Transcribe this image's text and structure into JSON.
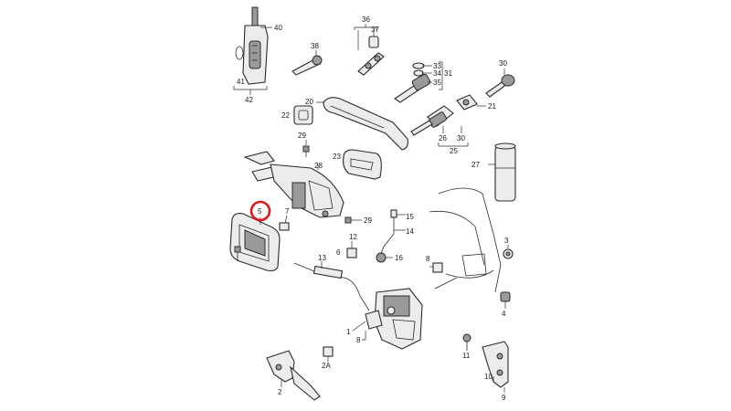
{
  "labels": [
    {
      "id": "40",
      "text": "40"
    },
    {
      "id": "36",
      "text": "36"
    },
    {
      "id": "37",
      "text": "37"
    },
    {
      "id": "38",
      "text": "38"
    },
    {
      "id": "33",
      "text": "33"
    },
    {
      "id": "34",
      "text": "34"
    },
    {
      "id": "31",
      "text": "31"
    },
    {
      "id": "35",
      "text": "35"
    },
    {
      "id": "30a",
      "text": "30"
    },
    {
      "id": "41",
      "text": "41"
    },
    {
      "id": "42",
      "text": "42"
    },
    {
      "id": "20",
      "text": "20"
    },
    {
      "id": "22",
      "text": "22"
    },
    {
      "id": "21",
      "text": "21"
    },
    {
      "id": "26",
      "text": "26"
    },
    {
      "id": "30b",
      "text": "30"
    },
    {
      "id": "25",
      "text": "25"
    },
    {
      "id": "29a",
      "text": "29"
    },
    {
      "id": "23",
      "text": "23"
    },
    {
      "id": "27",
      "text": "27"
    },
    {
      "id": "28",
      "text": "28"
    },
    {
      "id": "5",
      "text": "5"
    },
    {
      "id": "7",
      "text": "7"
    },
    {
      "id": "29b",
      "text": "29"
    },
    {
      "id": "15",
      "text": "15"
    },
    {
      "id": "14",
      "text": "14"
    },
    {
      "id": "12",
      "text": "12"
    },
    {
      "id": "6",
      "text": "6"
    },
    {
      "id": "16",
      "text": "16"
    },
    {
      "id": "3",
      "text": "3"
    },
    {
      "id": "13",
      "text": "13"
    },
    {
      "id": "8a",
      "text": "8"
    },
    {
      "id": "4",
      "text": "4"
    },
    {
      "id": "1",
      "text": "1"
    },
    {
      "id": "8b",
      "text": "8"
    },
    {
      "id": "11",
      "text": "11"
    },
    {
      "id": "2A",
      "text": "2A"
    },
    {
      "id": "10",
      "text": "10"
    },
    {
      "id": "2",
      "text": "2"
    },
    {
      "id": "9",
      "text": "9"
    }
  ],
  "highlight": {
    "label": "5",
    "color": "#e0161b"
  }
}
